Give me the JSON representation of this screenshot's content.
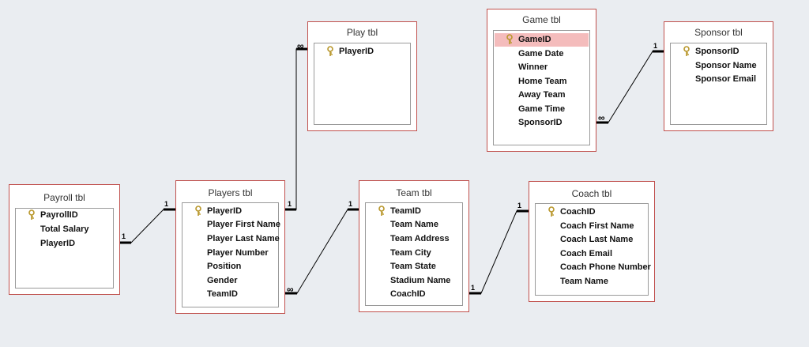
{
  "tables": {
    "play": {
      "title": "Play tbl",
      "fields": [
        "PlayerID"
      ]
    },
    "game": {
      "title": "Game tbl",
      "fields": [
        "GameID",
        "Game Date",
        "Winner",
        "Home Team",
        "Away Team",
        "Game Time",
        "SponsorID"
      ]
    },
    "sponsor": {
      "title": "Sponsor tbl",
      "fields": [
        "SponsorID",
        "Sponsor Name",
        "Sponsor Email"
      ]
    },
    "payroll": {
      "title": "Payroll tbl",
      "fields": [
        "PayrollID",
        "Total Salary",
        "PlayerID"
      ]
    },
    "players": {
      "title": "Players tbl",
      "fields": [
        "PlayerID",
        "Player First Name",
        "Player Last Name",
        "Player Number",
        "Position",
        "Gender",
        "TeamID"
      ]
    },
    "team": {
      "title": "Team tbl",
      "fields": [
        "TeamID",
        "Team Name",
        "Team Address",
        "Team City",
        "Team State",
        "Stadium Name",
        "CoachID"
      ]
    },
    "coach": {
      "title": "Coach tbl",
      "fields": [
        "CoachID",
        "Coach First Name",
        "Coach Last Name",
        "Coach Email",
        "Coach Phone Number",
        "Team Name"
      ]
    }
  },
  "relationships": {
    "one_label": "1",
    "many_label": "∞"
  },
  "colors": {
    "table_border": "#c0504d",
    "selected_row": "#f4bcbc",
    "key_icon": "#d6b84a"
  }
}
